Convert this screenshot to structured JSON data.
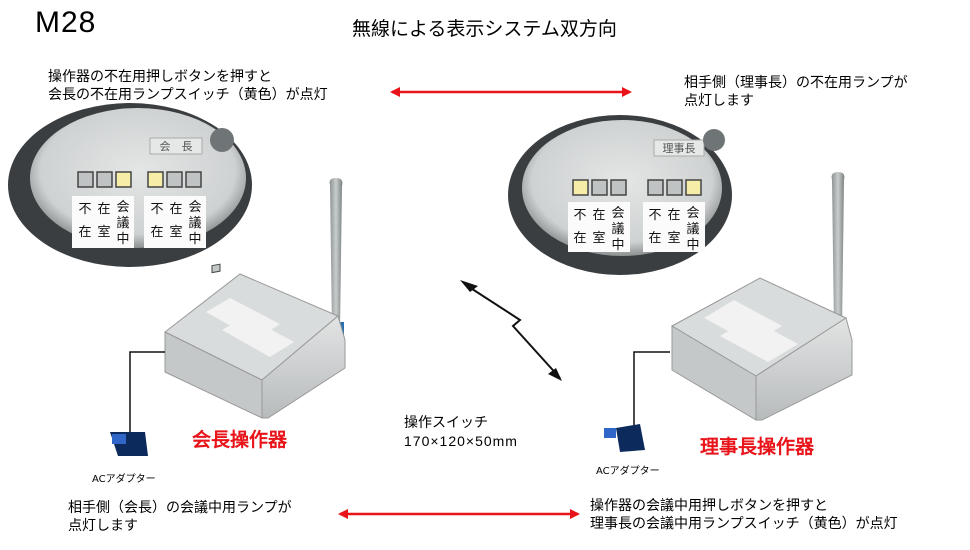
{
  "model": "M28",
  "title": "無線による表示システム双方向",
  "top_left_caption": [
    "操作器の不在用押しボタンを押すと",
    "会長の不在用ランプスイッチ（黄色）が点灯"
  ],
  "top_right_caption": [
    "相手側（理事長）の不在用ランプが",
    "点灯します"
  ],
  "bottom_left_caption": [
    "相手側（会長）の会議中用ランプが",
    "点灯します"
  ],
  "bottom_right_caption": [
    "操作器の会議中用押しボタンを押すと",
    "理事長の会議中用ランプスイッチ（黄色）が点灯"
  ],
  "left_device_name": "会長操作器",
  "right_device_name": "理事長操作器",
  "left_plate": "会　長",
  "right_plate": "理事長",
  "adapter_label": "ACアダプター",
  "spec": {
    "label": "操作スイッチ",
    "dimensions": "170×120×50mm"
  },
  "lamp_labels": [
    "不在",
    "在室",
    "会議中"
  ],
  "colors": {
    "arrow": "#e8141a",
    "device_name": "#e8141a",
    "lamp_on": "#f6eea8",
    "panel": "#d4d7d8"
  }
}
